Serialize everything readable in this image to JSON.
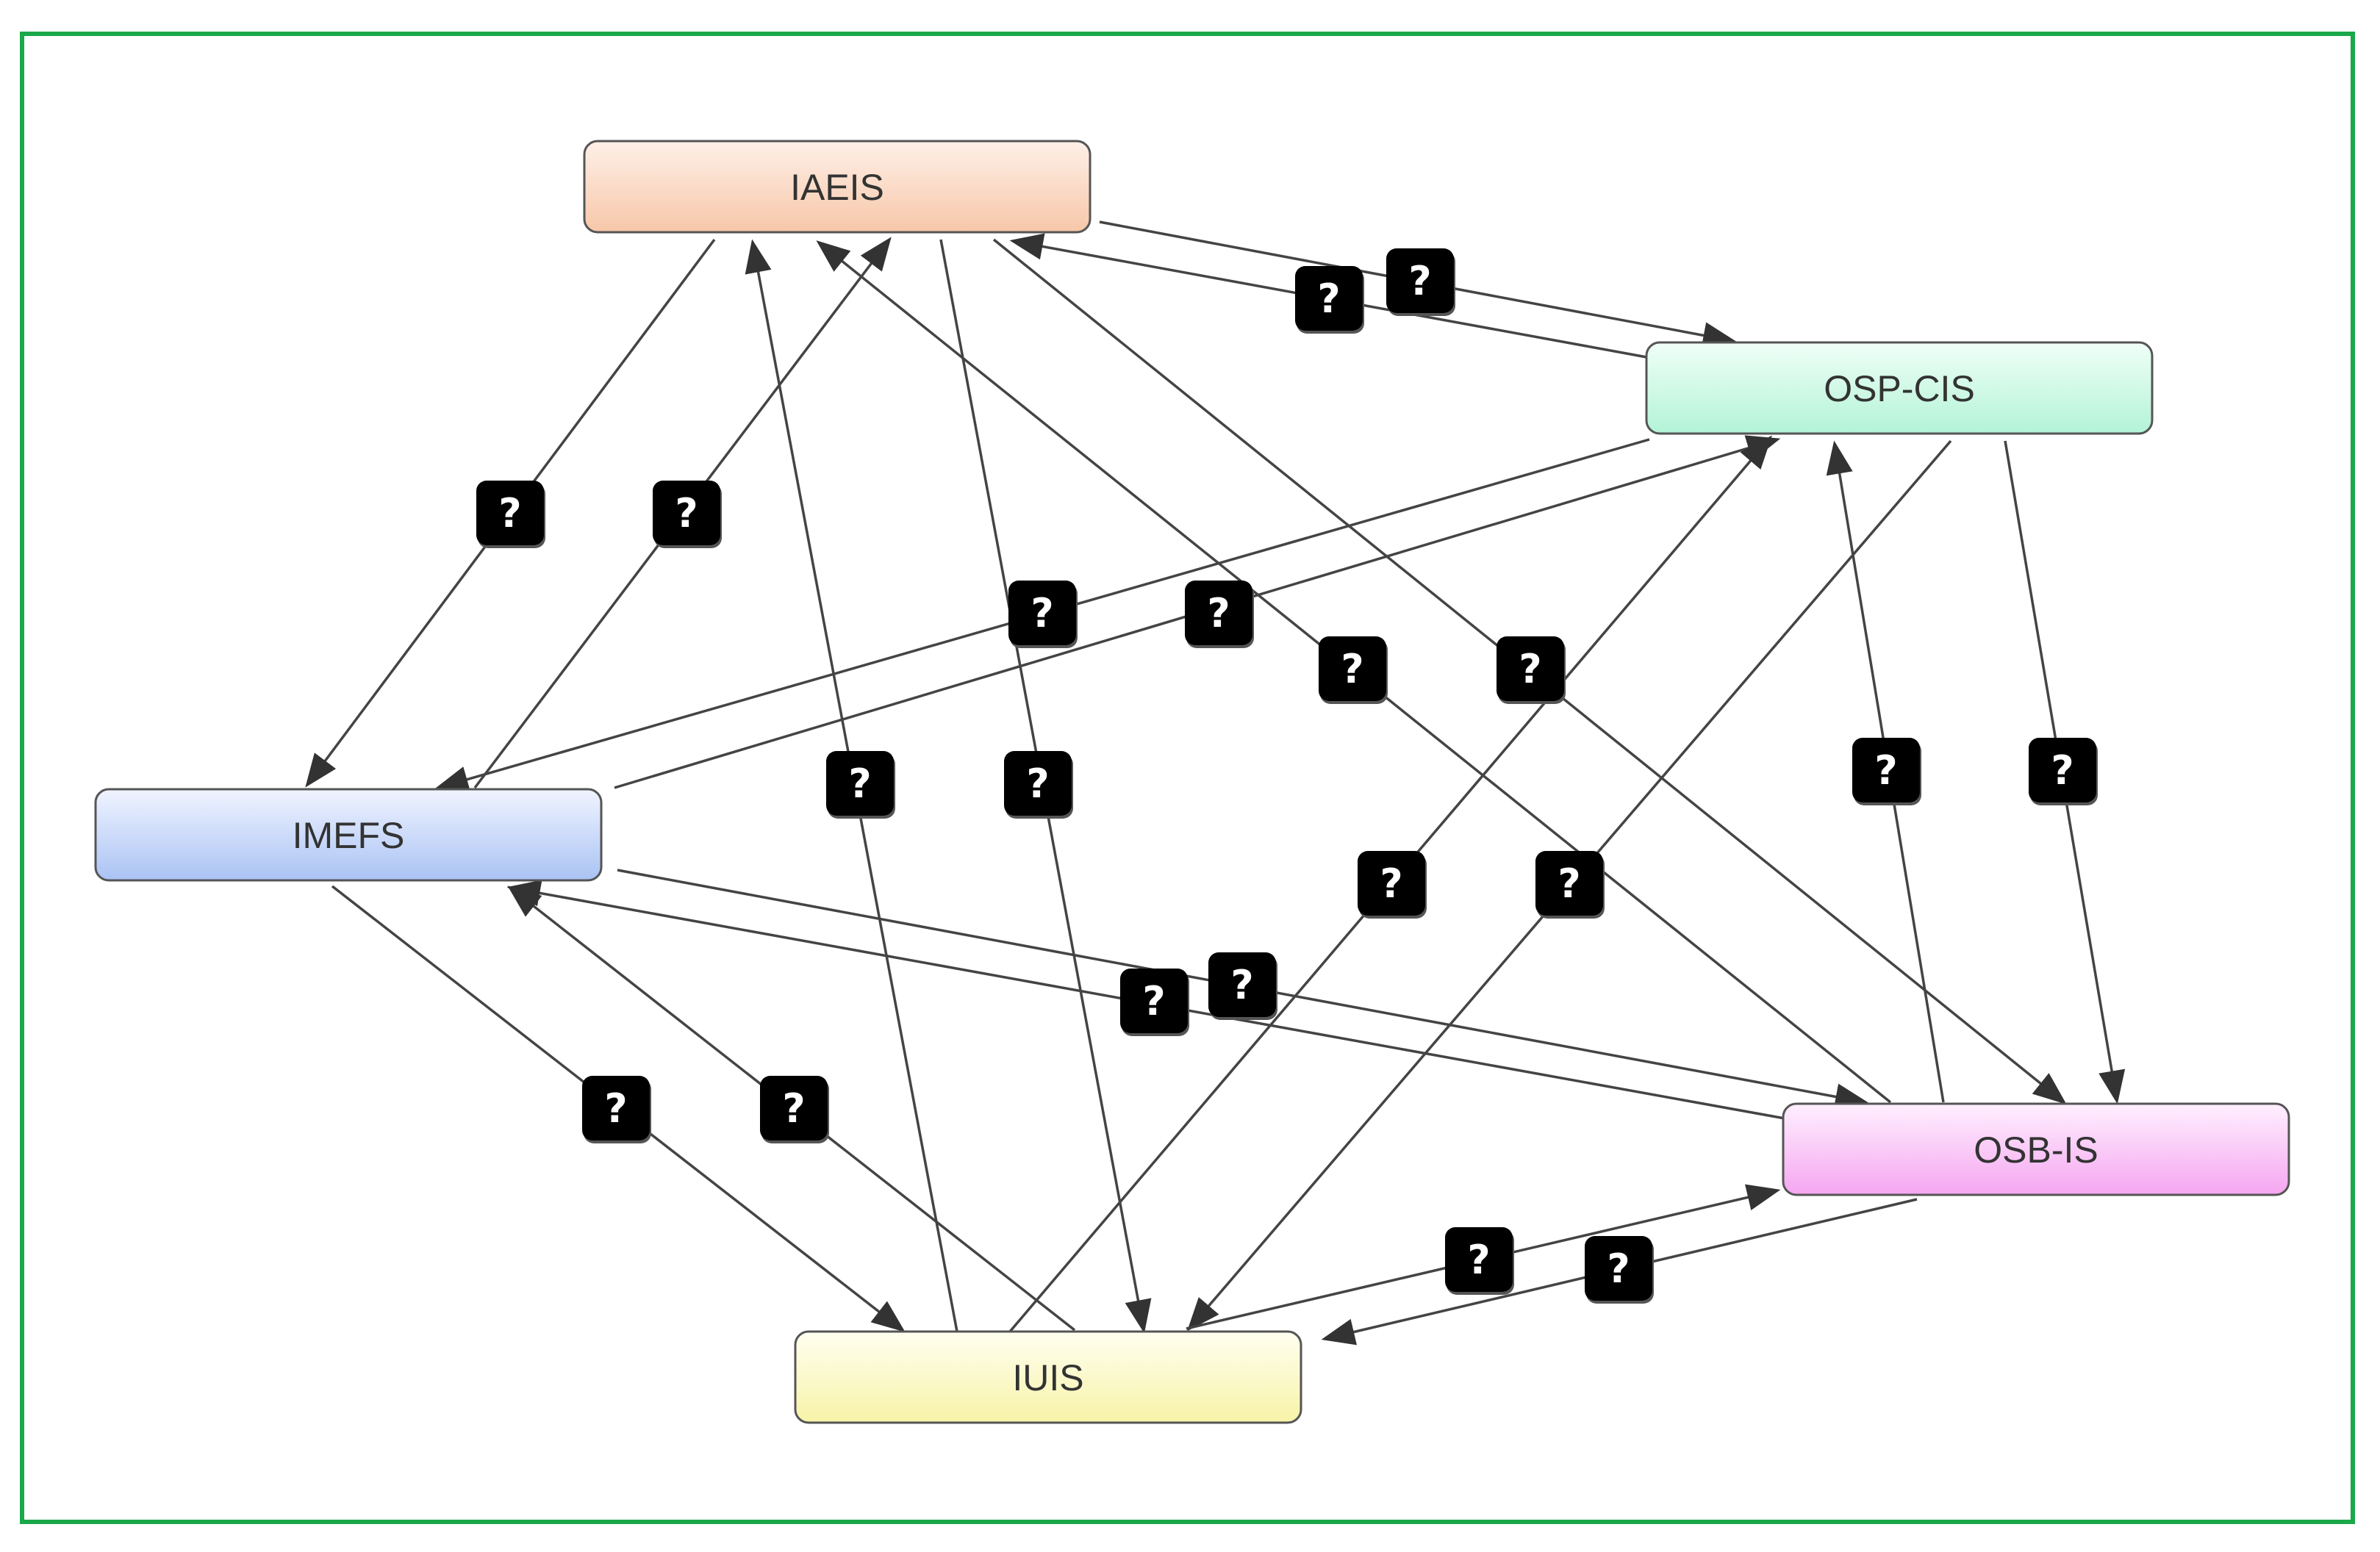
{
  "colors": {
    "frame_border": "#1aa84a",
    "edge": "#444444",
    "badge_bg": "#000000",
    "badge_fg": "#ffffff"
  },
  "nodes": [
    {
      "id": "iaeis",
      "label": "IAEIS",
      "fill_top": "#fef0e8",
      "fill_bottom": "#f7c7a8"
    },
    {
      "id": "ospcis",
      "label": "OSP-CIS",
      "fill_top": "#f0fff8",
      "fill_bottom": "#b3f3d6"
    },
    {
      "id": "imefs",
      "label": "IMEFS",
      "fill_top": "#f0f4ff",
      "fill_bottom": "#aac3f4"
    },
    {
      "id": "osbis",
      "label": "OSB-IS",
      "fill_top": "#fff0ff",
      "fill_bottom": "#f5a6f0"
    },
    {
      "id": "iuis",
      "label": "IUIS",
      "fill_top": "#fffff0",
      "fill_bottom": "#f7f3a8"
    }
  ],
  "edges": [
    {
      "from": "iaeis",
      "to": "ospcis",
      "label": "?"
    },
    {
      "from": "ospcis",
      "to": "iaeis",
      "label": "?"
    },
    {
      "from": "iaeis",
      "to": "imefs",
      "label": "?"
    },
    {
      "from": "imefs",
      "to": "iaeis",
      "label": "?"
    },
    {
      "from": "ospcis",
      "to": "imefs",
      "label": "?"
    },
    {
      "from": "imefs",
      "to": "ospcis",
      "label": "?"
    },
    {
      "from": "osbis",
      "to": "iaeis",
      "label": "?"
    },
    {
      "from": "iaeis",
      "to": "osbis",
      "label": "?"
    },
    {
      "from": "iuis",
      "to": "iaeis",
      "label": "?"
    },
    {
      "from": "iaeis",
      "to": "iuis",
      "label": "?"
    },
    {
      "from": "osbis",
      "to": "ospcis",
      "label": "?"
    },
    {
      "from": "ospcis",
      "to": "osbis",
      "label": "?"
    },
    {
      "from": "iuis",
      "to": "ospcis",
      "label": "?"
    },
    {
      "from": "ospcis",
      "to": "iuis",
      "label": "?"
    },
    {
      "from": "osbis",
      "to": "imefs",
      "label": "?"
    },
    {
      "from": "imefs",
      "to": "osbis",
      "label": "?"
    },
    {
      "from": "imefs",
      "to": "iuis",
      "label": "?"
    },
    {
      "from": "iuis",
      "to": "imefs",
      "label": "?"
    },
    {
      "from": "iuis",
      "to": "osbis",
      "label": "?"
    },
    {
      "from": "osbis",
      "to": "iuis",
      "label": "?"
    }
  ]
}
